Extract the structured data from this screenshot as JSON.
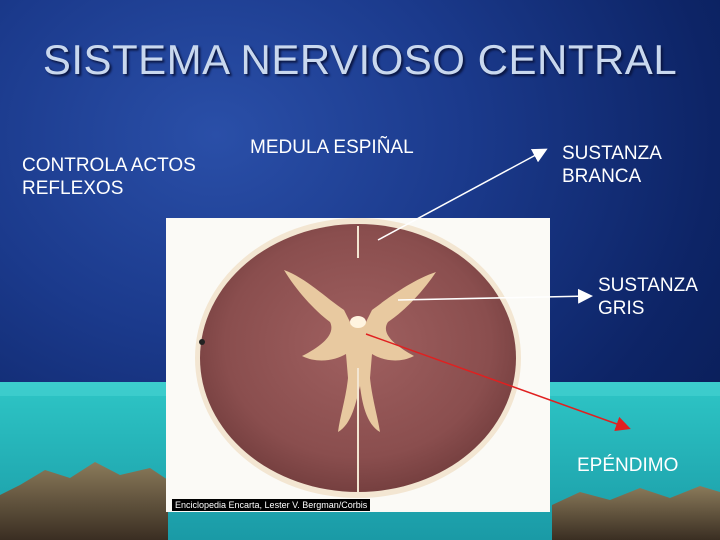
{
  "slide": {
    "title": "SISTEMA NERVIOSO CENTRAL",
    "left_text_line1": "CONTROLA ACTOS",
    "left_text_line2": "REFLEXOS",
    "label_medula": "MEDULA ESPIÑAL",
    "label_blanca_line1": "SUSTANZA",
    "label_blanca_line2": "BRANCA",
    "label_gris_line1": "SUSTANZA",
    "label_gris_line2": "GRIS",
    "label_ependimo": "EPÉNDIMO",
    "image_caption": "Enciclopedia Encarta, Lester V. Bergman/Corbis"
  },
  "colors": {
    "background": "#1b3a8c",
    "title": "#c9d8ee",
    "label": "#ffffff",
    "white_matter": "#8a4e4e",
    "gray_matter": "#e8c9a0",
    "red_arrow": "#e02020"
  },
  "image": {
    "icon": "spinal-cord-cross-section-photo"
  }
}
